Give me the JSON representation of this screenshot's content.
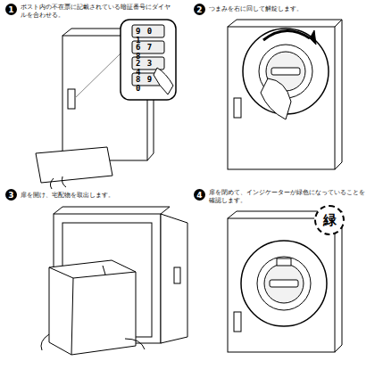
{
  "diagram": {
    "nodes": [
      {
        "text": [
          "1"
        ]
      },
      {
        "text": [
          "2"
        ]
      },
      {
        "text": [
          "3"
        ]
      },
      {
        "text": [
          "4"
        ]
      },
      {
        "text": [
          "緑"
        ]
      }
    ],
    "labels": [
      "ポスト内の不在票に記載されている暗証番号にダイヤルを合わせる。",
      "つまみを右に回して解錠します。",
      "扉を開け、宅配物を取出します。",
      "扉を閉めて、インジケーターが緑色になっていることを確認します。",
      "9 0 1",
      "6 7 8",
      "2 3 4",
      "8 9 0"
    ]
  }
}
